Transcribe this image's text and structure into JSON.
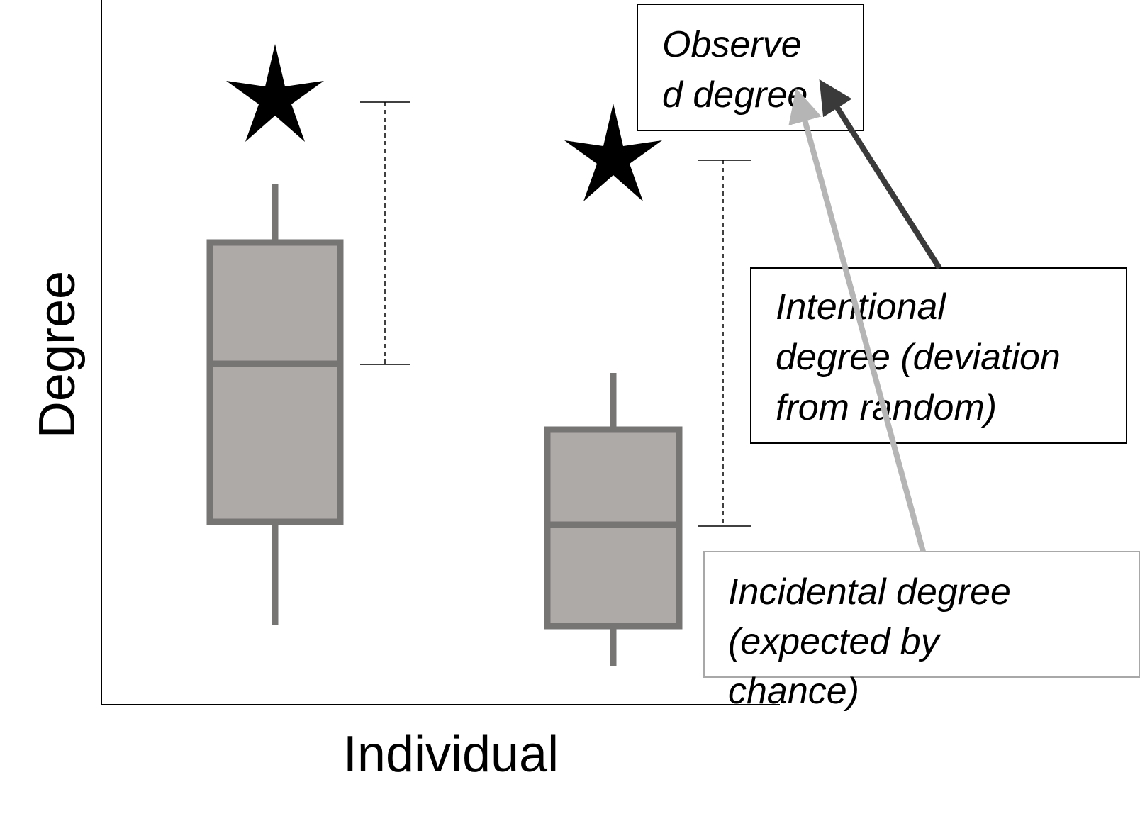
{
  "axes": {
    "x_label": "Individual",
    "y_label": "Degree"
  },
  "callouts": {
    "observed": {
      "lines": [
        "Observe",
        "d degree"
      ]
    },
    "intentional": {
      "lines": [
        "Intentional",
        "degree (deviation",
        "from random)"
      ]
    },
    "incidental": {
      "lines": [
        "Incidental degree",
        "(expected by",
        "chance)"
      ]
    }
  },
  "colors": {
    "box_fill": "#aeaaa8",
    "box_stroke": "#777474",
    "axis": "#000000",
    "intentional_arrow": "#3a3a3a",
    "incidental_arrow": "#b5b5b5",
    "incidental_box_border": "#a8a8a8",
    "star": "#000000"
  },
  "icons": {
    "observed_marker": "star-icon"
  }
}
